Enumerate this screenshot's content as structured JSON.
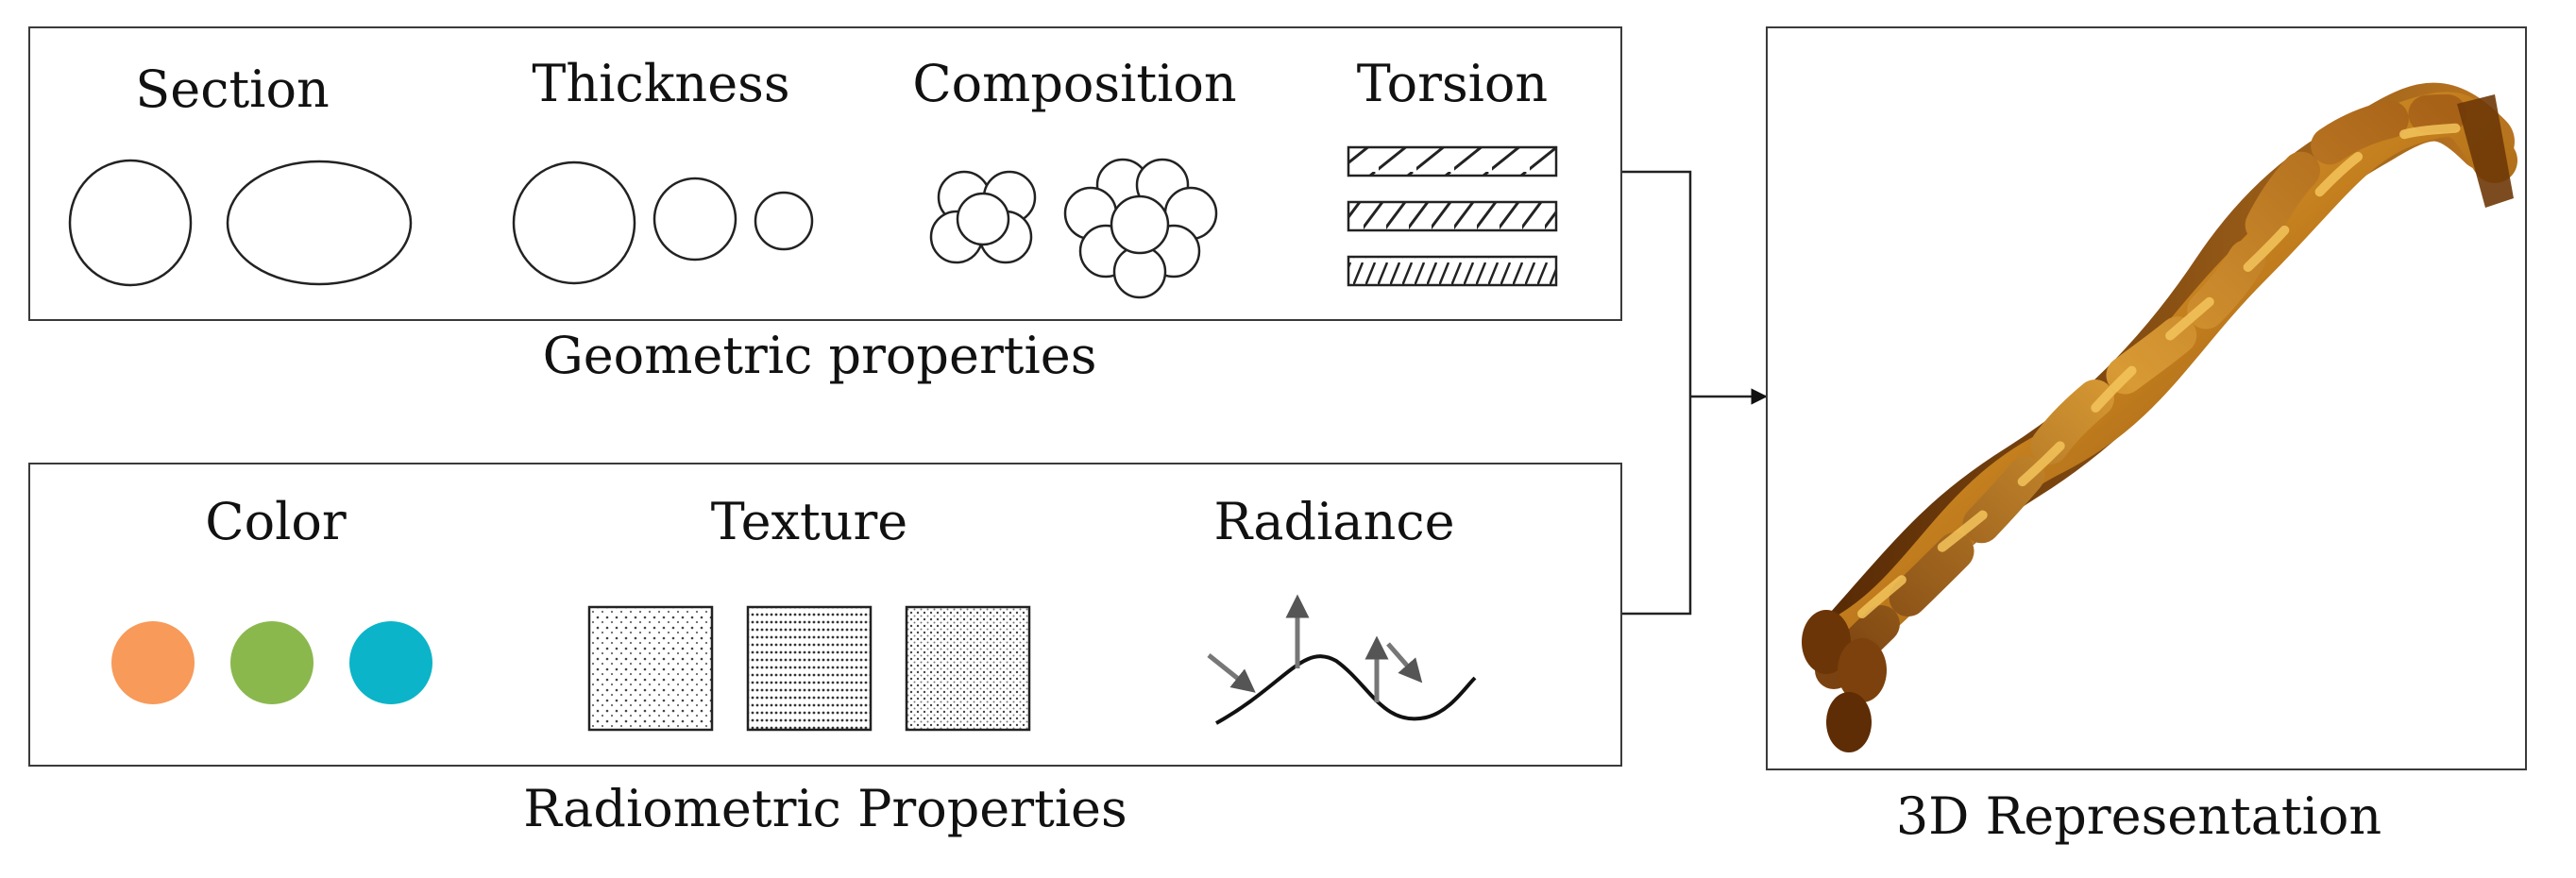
{
  "geometric": {
    "caption": "Geometric properties",
    "items": {
      "section": "Section",
      "thickness": "Thickness",
      "composition": "Composition",
      "torsion": "Torsion"
    }
  },
  "radiometric": {
    "caption": "Radiometric Properties",
    "items": {
      "color": "Color",
      "texture": "Texture",
      "radiance": "Radiance"
    }
  },
  "output": {
    "caption": "3D Representation"
  },
  "colors": {
    "swatch_orange": "#f79a5a",
    "swatch_green": "#8ab84d",
    "swatch_teal": "#0bb4c8",
    "rope_light": "#e0a436",
    "rope_dark": "#6a3608"
  },
  "icons": {
    "section": "circle-ellipse-icon",
    "thickness": "decreasing-circles-icon",
    "composition": "fiber-bundle-icon",
    "torsion": "twisted-strands-icon",
    "texture": "dotted-patch-icon",
    "radiance": "reflectance-curve-icon",
    "rope": "twisted-rope-icon"
  }
}
